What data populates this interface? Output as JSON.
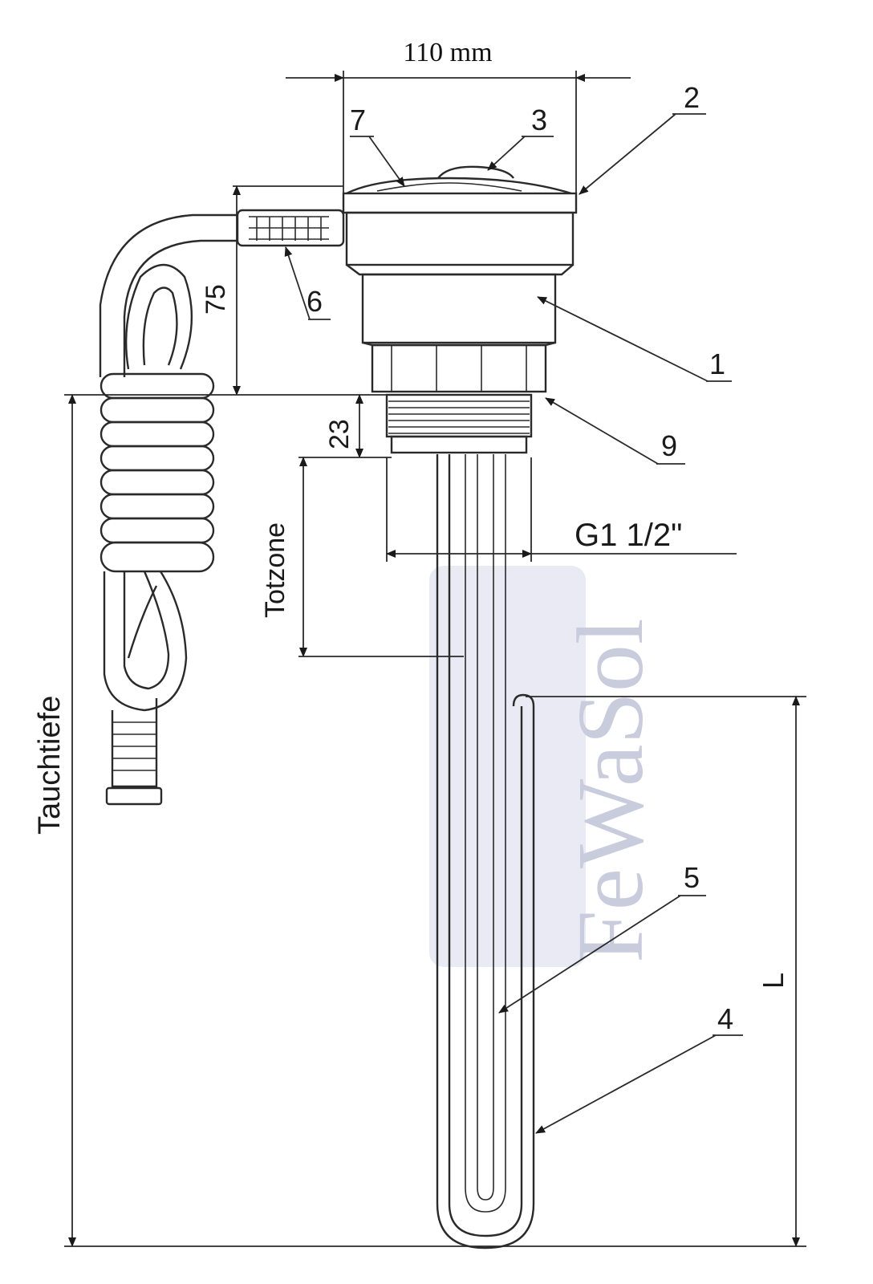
{
  "diagram": {
    "width_label": "110 mm",
    "thread_label": "G1 1/2\"",
    "dim_75": "75",
    "dim_23": "23",
    "dead_zone_label": "Totzone",
    "immersion_depth_label": "Tauchtiefe",
    "length_label": "L",
    "parts": [
      "1",
      "2",
      "3",
      "4",
      "5",
      "6",
      "7",
      "9"
    ],
    "watermark": "FeWaSol",
    "line_color": "#2a2a2a",
    "watermark_color": "#c9ccdc"
  }
}
